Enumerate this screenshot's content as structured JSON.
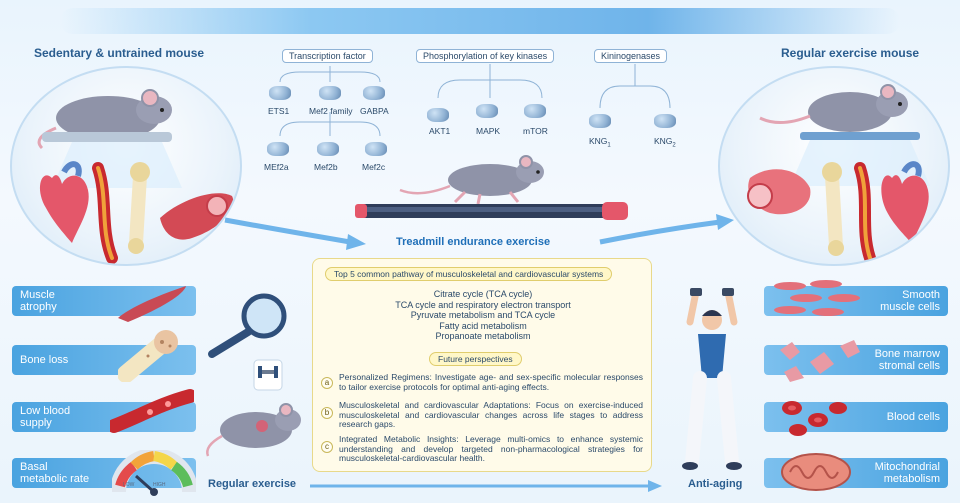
{
  "left_title": "Sedentary & untrained mouse",
  "right_title": "Regular exercise mouse",
  "groups": {
    "transcription": {
      "label": "Transcription factor",
      "row1": [
        "ETS1",
        "Mef2 family",
        "GABPA"
      ],
      "row2": [
        "MEf2a",
        "Mef2b",
        "Mef2c"
      ]
    },
    "kinases": {
      "label": "Phosphorylation of key kinases",
      "items": [
        "AKT1",
        "MAPK",
        "mTOR"
      ]
    },
    "kininogenases": {
      "label": "Kininogenases",
      "items": [
        "KNG",
        "KNG"
      ],
      "subscripts": [
        "1",
        "2"
      ]
    }
  },
  "treadmill_label": "Treadmill endurance exercise",
  "left_labels": [
    {
      "line1": "Muscle",
      "line2": "atrophy"
    },
    {
      "line1": "Bone loss",
      "line2": ""
    },
    {
      "line1": "Low blood",
      "line2": "supply"
    },
    {
      "line1": "Basal",
      "line2": "metabolic rate"
    }
  ],
  "gauge_labels": [
    "LOW",
    "HIGH"
  ],
  "right_labels": [
    {
      "line1": "Smooth",
      "line2": "muscle cells"
    },
    {
      "line1": "Bone marrow",
      "line2": "stromal cells"
    },
    {
      "line1": "Blood cells",
      "line2": ""
    },
    {
      "line1": "Mitochondrial",
      "line2": "metabolism"
    }
  ],
  "center_box": {
    "header": "Top 5 common pathway of musculoskeletal and cardiovascular systems",
    "pathways": [
      "Citrate cycle (TCA cycle)",
      "TCA cycle and respiratory electron transport",
      "Pyruvate metabolism and TCA cycle",
      "Fatty acid metabolism",
      "Propanoate metabolism"
    ],
    "future_header": "Future perspectives",
    "perspectives": [
      {
        "badge": "a",
        "text": "Personalized Regimens: Investigate age- and sex-specific molecular responses to tailor exercise protocols for optimal anti-aging effects."
      },
      {
        "badge": "b",
        "text": "Musculoskeletal and cardiovascular Adaptations: Focus on exercise-induced musculoskeletal and cardiovascular changes across life stages to address research gaps."
      },
      {
        "badge": "c",
        "text": "Integrated Metabolic Insights: Leverage multi-omics to enhance systemic understanding and develop targeted non-pharmacological strategies for musculoskeletal-cardiovascular health."
      }
    ]
  },
  "regular_exercise_label": "Regular exercise",
  "anti_aging_label": "Anti-aging",
  "colors": {
    "accent_blue": "#4aa3e0",
    "box_fill": "#fffbe9",
    "mouse_gray": "#8f93a8"
  }
}
